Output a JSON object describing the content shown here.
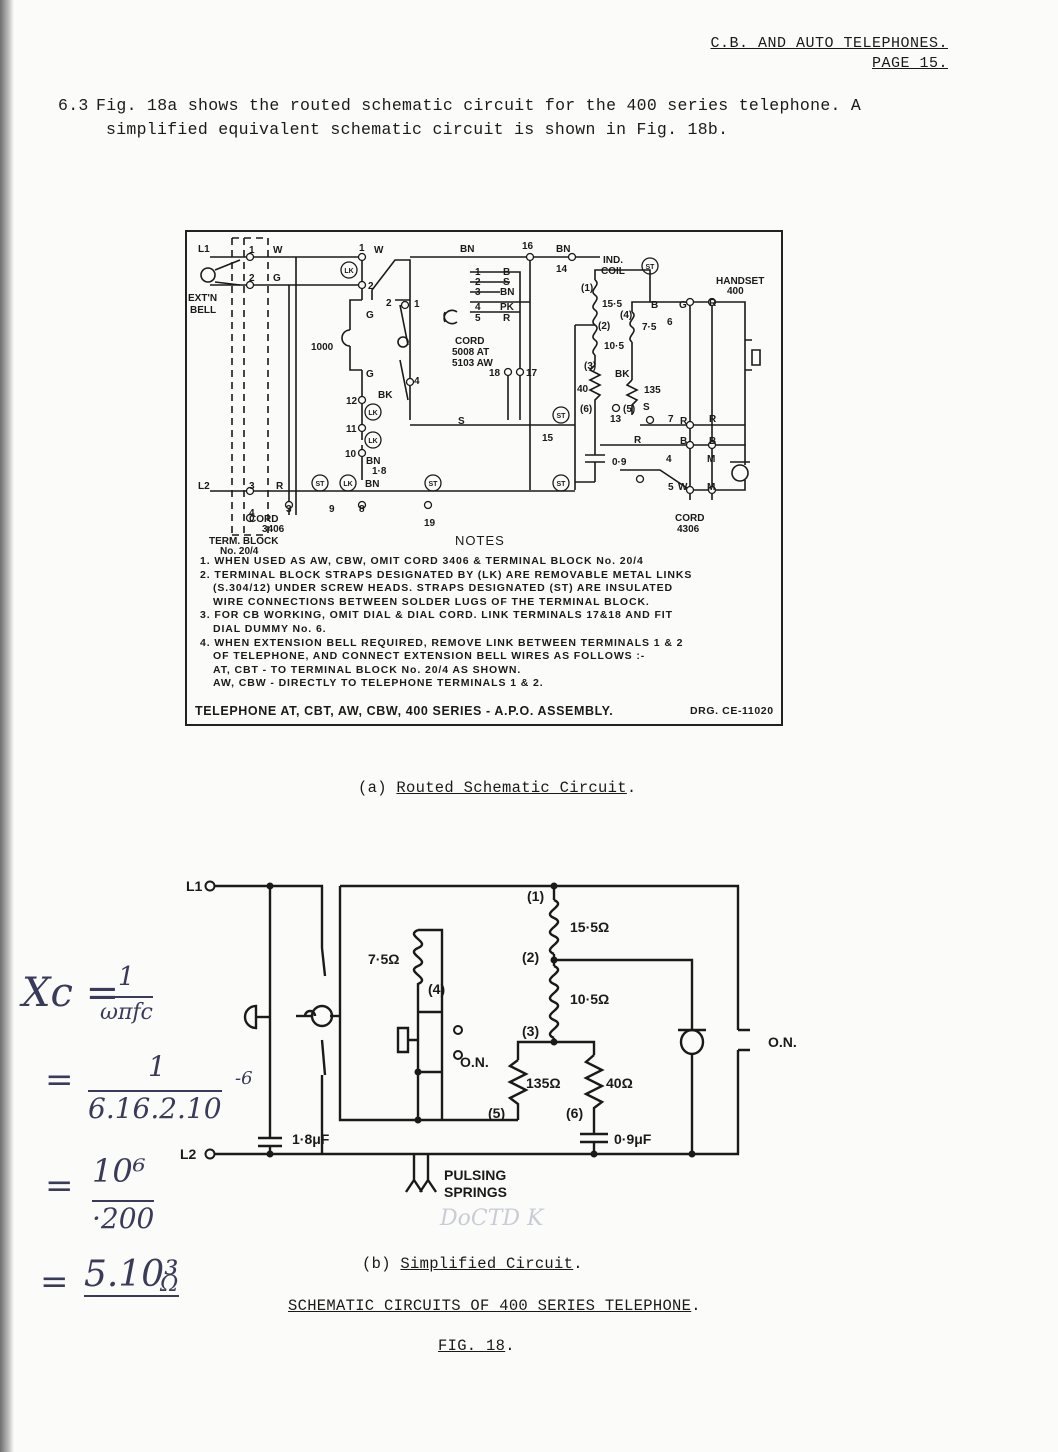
{
  "header": {
    "line1": "C.B. AND AUTO TELEPHONES.",
    "line2": "PAGE 15."
  },
  "intro": {
    "number": "6.3",
    "line1": "Fig. 18a shows the routed schematic circuit for the 400 series telephone.  A",
    "line2": "simplified equivalent schematic circuit is shown in Fig. 18b."
  },
  "fig_a": {
    "labels": {
      "L1": "L1",
      "L2": "L2",
      "ext_bell": "EXT'N",
      "bell": "BELL",
      "n1": "1",
      "n2": "2",
      "n3": "3",
      "n4": "4",
      "W": "W",
      "G": "G",
      "R": "R",
      "BN": "BN",
      "BK": "BK",
      "S": "S",
      "B": "B",
      "M": "M",
      "PK": "PK",
      "LK": "LK",
      "ST": "ST",
      "r1000": "1000",
      "n12": "12",
      "n11": "11",
      "n10": "10",
      "cap18": "1·8",
      "n9": "9",
      "n8": "8",
      "n16": "16",
      "n14": "14",
      "n15": "15",
      "n17": "17",
      "n18": "18",
      "n19": "19",
      "n13": "13",
      "n5": "5",
      "n6": "6",
      "n7": "7",
      "ind_coil1": "IND.",
      "ind_coil2": "COIL",
      "handset1": "HANDSET",
      "handset2": "400",
      "w155": "15·5",
      "w75": "7·5",
      "w105": "10·5",
      "w40": "40",
      "w135": "135",
      "cap09": "0·9",
      "t1": "(1)",
      "t2": "(2)",
      "t3": "(3)",
      "t4": "(4)",
      "t5": "(5)",
      "t6": "(6)",
      "cord5008a": "CORD",
      "cord5008b": "5008 AT",
      "cord5008c": "5103 AW",
      "cord3406a": "CORD",
      "cord3406b": "3406",
      "term1": "TERM. BLOCK",
      "term2": "No. 20/4",
      "cord4306a": "CORD",
      "cord4306b": "4306",
      "notes_title": "NOTES"
    },
    "notes": [
      "1. WHEN USED AS AW, CBW, OMIT CORD 3406 & TERMINAL BLOCK No. 20/4",
      "2. TERMINAL BLOCK STRAPS DESIGNATED BY (LK) ARE REMOVABLE METAL LINKS",
      "(S.304/12) UNDER SCREW HEADS. STRAPS DESIGNATED (ST) ARE INSULATED",
      "WIRE CONNECTIONS BETWEEN SOLDER LUGS OF THE TERMINAL BLOCK.",
      "3. FOR CB WORKING, OMIT DIAL & DIAL CORD. LINK TERMINALS 17&18 AND FIT",
      "DIAL DUMMY No. 6.",
      "4. WHEN EXTENSION BELL REQUIRED, REMOVE LINK BETWEEN TERMINALS 1 & 2",
      "OF TELEPHONE, AND CONNECT EXTENSION BELL WIRES AS FOLLOWS :-",
      "AT, CBT - TO TERMINAL BLOCK No. 20/4 AS SHOWN.",
      "AW, CBW - DIRECTLY TO TELEPHONE TERMINALS 1 & 2."
    ],
    "footer": "TELEPHONE AT, CBT, AW, CBW, 400 SERIES - A.P.O. ASSEMBLY.",
    "drawing_no": "DRG. CE-11020",
    "caption_prefix": "(a) ",
    "caption": "Routed Schematic Circuit",
    "caption_suffix": "."
  },
  "fig_b": {
    "labels": {
      "L1": "L1",
      "L2": "L2",
      "t1": "(1)",
      "t2": "(2)",
      "t3": "(3)",
      "t4": "(4)",
      "t5": "(5)",
      "t6": "(6)",
      "r155": "15·5Ω",
      "r75": "7·5Ω",
      "r105": "10·5Ω",
      "r135": "135Ω",
      "r40": "40Ω",
      "c18": "1·8μF",
      "c09": "0·9μF",
      "on1": "O.N.",
      "on2": "O.N.",
      "pulsing1": "PULSING",
      "pulsing2": "SPRINGS"
    },
    "caption_prefix": "(b) ",
    "caption": "Simplified Circuit",
    "caption_suffix": "."
  },
  "title": "SCHEMATIC CIRCUITS OF 400 SERIES TELEPHONE",
  "title_suffix": ".",
  "fig": "FIG. 18",
  "fig_suffix": ".",
  "handwriting": {
    "xc": "Xc =",
    "xc_num": "1",
    "xc_den": "ωπfc",
    "eq1": "=",
    "eq1_num": "1",
    "eq1_den": "6.16.2.10",
    "eq1_exp": "-6",
    "eq2": "=",
    "eq2_num": "10⁶",
    "eq2_den": "·200",
    "eq3": "=",
    "eq3_val": "5.10³",
    "eq3_unit": "Ω",
    "faint": "DoCTD K"
  }
}
